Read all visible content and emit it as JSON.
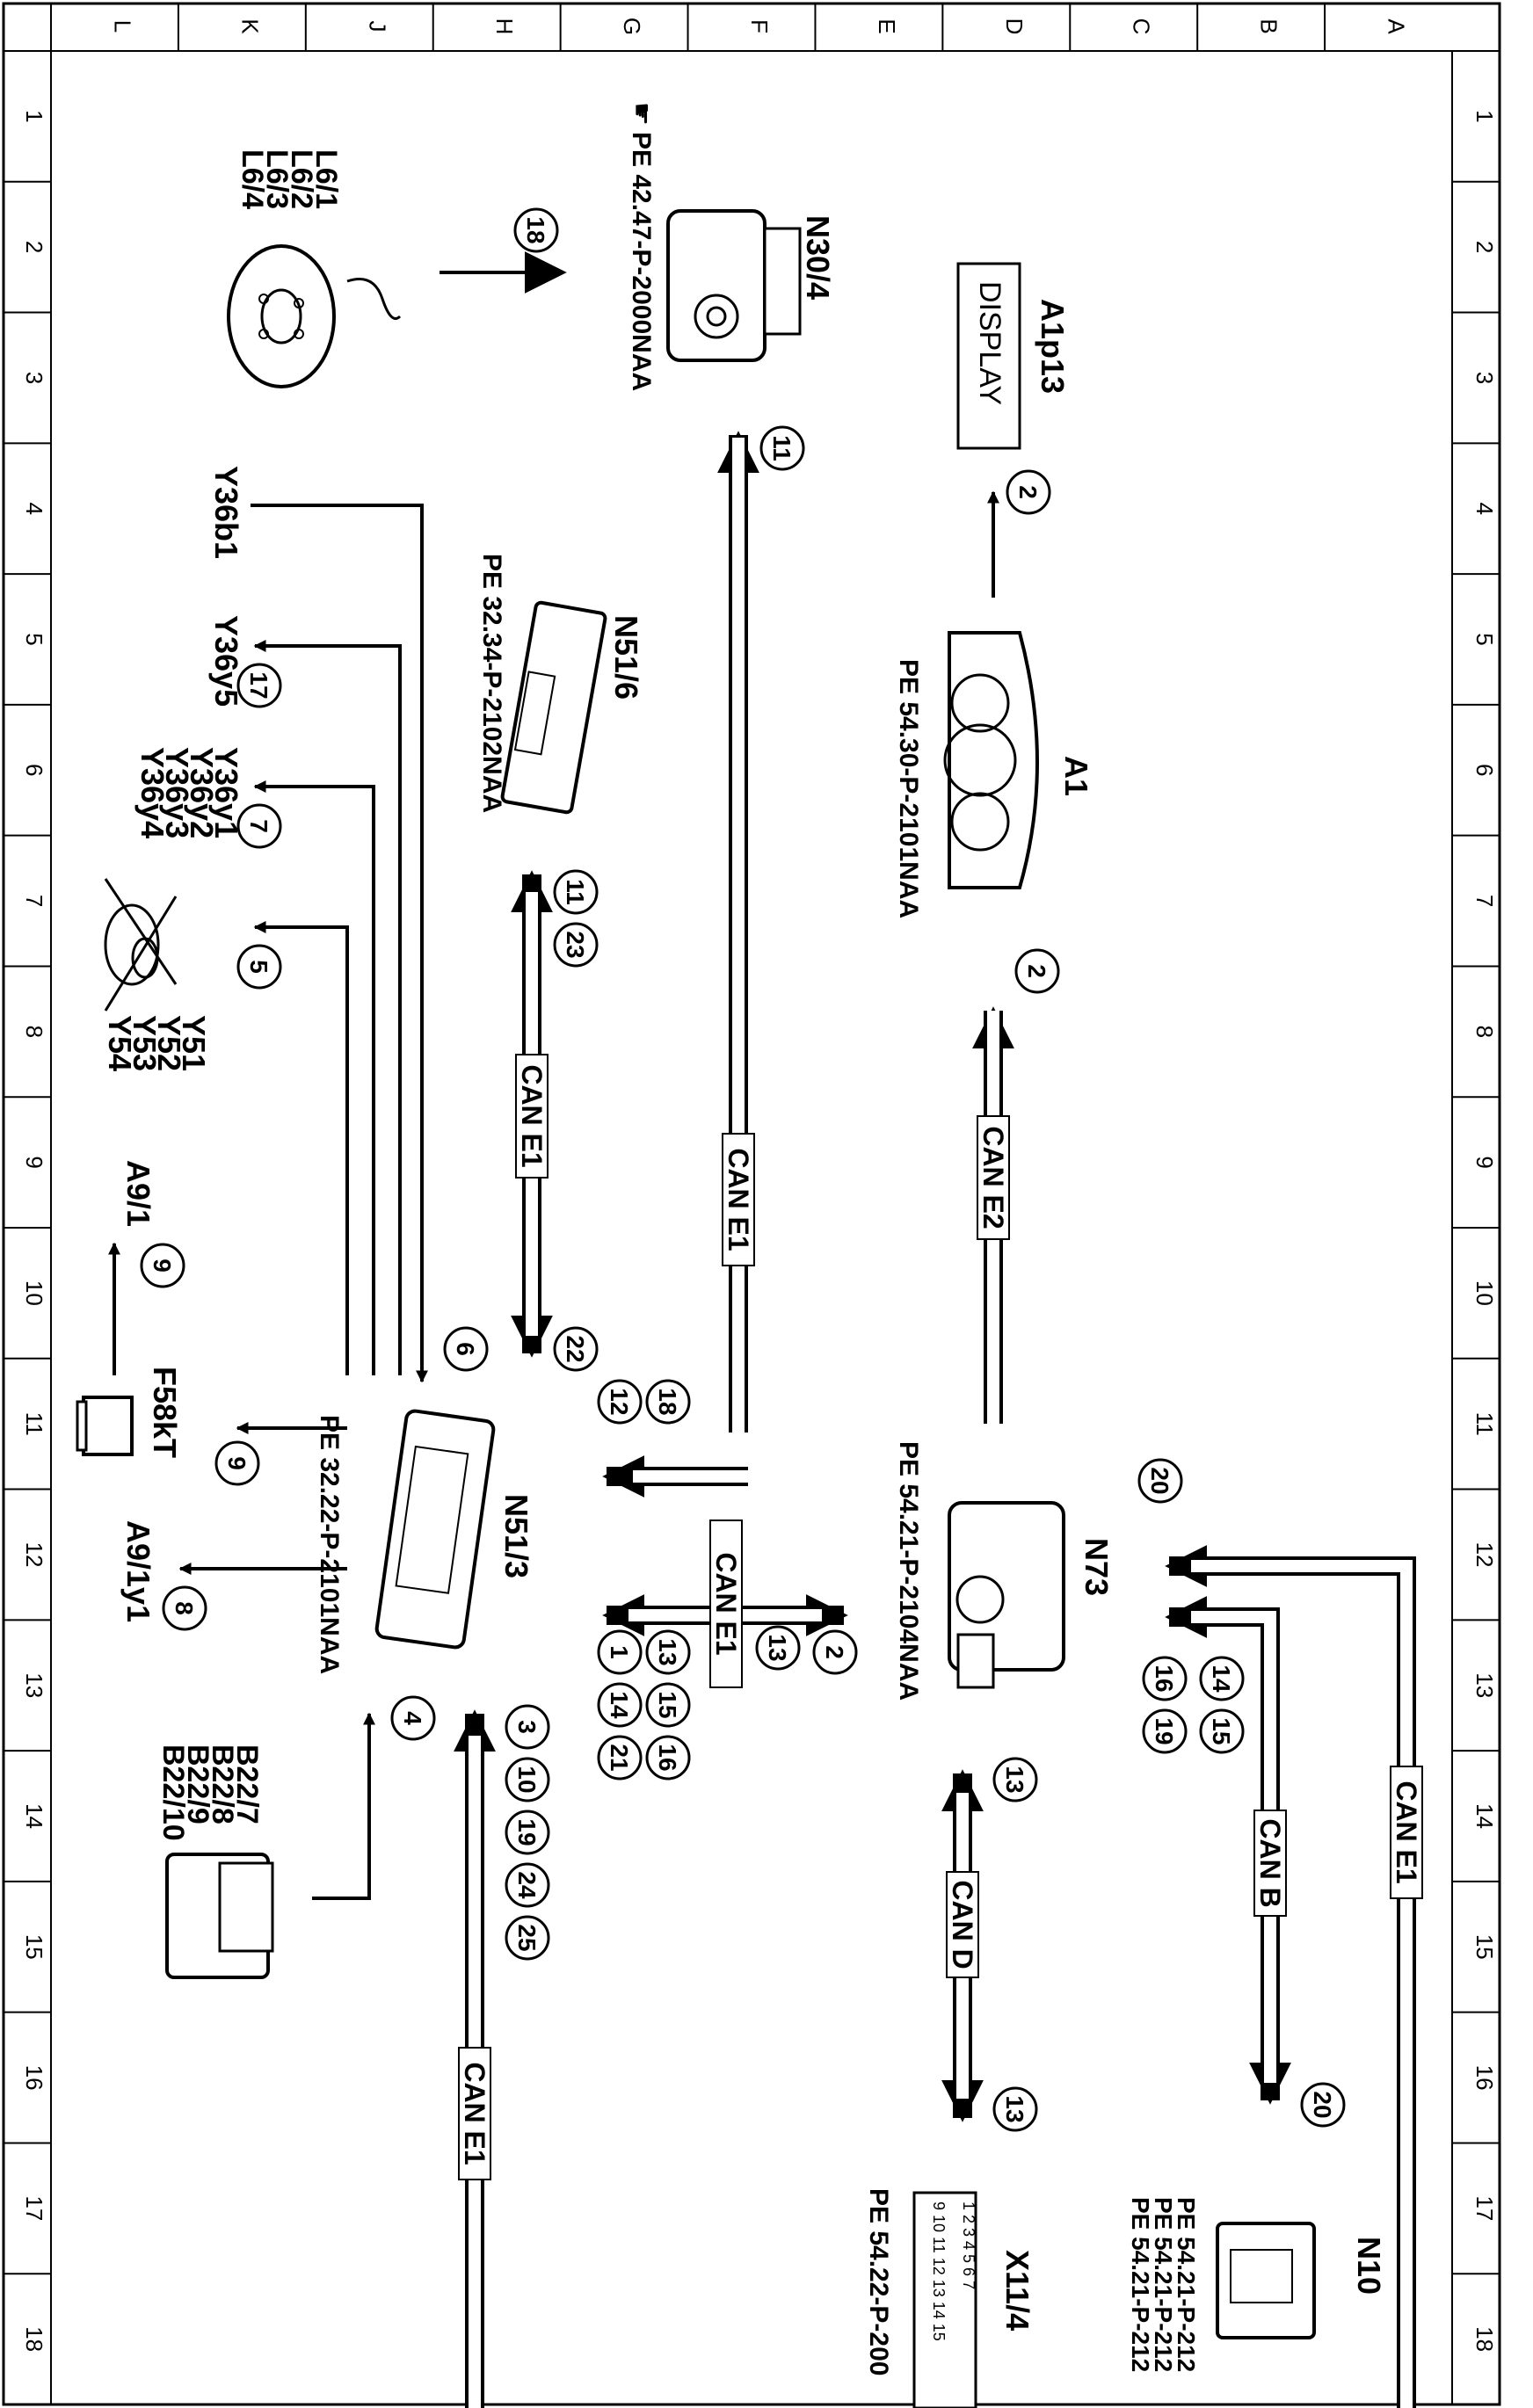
{
  "grid": {
    "columns": [
      "L",
      "K",
      "J",
      "H",
      "G",
      "F",
      "E",
      "D",
      "C",
      "B",
      "A"
    ],
    "rows": [
      "1",
      "2",
      "3",
      "4",
      "5",
      "6",
      "7",
      "8",
      "9",
      "10",
      "11",
      "12",
      "13",
      "14",
      "15",
      "16",
      "17",
      "18"
    ]
  },
  "components": {
    "l6": {
      "labels": [
        "L6/1",
        "L6/2",
        "L6/3",
        "L6/4"
      ]
    },
    "n30_4": {
      "label": "N30/4",
      "ref": "PE 42.47-P-2000NAA"
    },
    "a1p13": {
      "label": "A1p13",
      "screen_text": "DISPLAY"
    },
    "a1": {
      "label": "A1",
      "ref": "PE 54.30-P-2101NAA"
    },
    "n51_6": {
      "label": "N51/6",
      "ref": "PE 32.34-P-2102NAA"
    },
    "y36b1": {
      "label": "Y36b1"
    },
    "y36y5": {
      "label": "Y36y5"
    },
    "y36y1_4": {
      "labels": [
        "Y36y1",
        "Y36y2",
        "Y36y3",
        "Y36y4"
      ]
    },
    "y51_54": {
      "labels": [
        "Y51",
        "Y52",
        "Y53",
        "Y54"
      ]
    },
    "a9_1": {
      "label": "A9/1"
    },
    "f58kt": {
      "label": "F58kT"
    },
    "a9_1y1": {
      "label": "A9/1y1"
    },
    "n51_3": {
      "label": "N51/3",
      "ref": "PE 32.22-P-2101NAA"
    },
    "b22": {
      "labels": [
        "B22/7",
        "B22/8",
        "B22/9",
        "B22/10"
      ]
    },
    "n73": {
      "label": "N73",
      "ref": "PE 54.21-P-2104NAA"
    },
    "x11_4": {
      "label": "X11/4",
      "ref": "PE 54.22-P-200",
      "pins_top": "1 2 3 4 5 6 7",
      "pins_bottom": "9 10 11 12 13 14 15"
    },
    "n10": {
      "label": "N10",
      "refs": [
        "PE 54.21-P-212",
        "PE 54.21-P-212",
        "PE 54.21-P-212"
      ]
    }
  },
  "buses": {
    "can_e2": "CAN E2",
    "can_e1_main": "CAN E1",
    "can_e1_n51_6": "CAN E1",
    "can_e1_n73": "CAN E1",
    "can_e1_right": "CAN E1",
    "can_e1_bottom": "CAN E1",
    "can_b": "CAN B",
    "can_d": "CAN D"
  },
  "callouts": {
    "c18_top": "18",
    "c2_a1p13": "2",
    "c11_n30": "11",
    "c2_a1": "2",
    "c11_n51_6": "11",
    "c23": "23",
    "c22": "22",
    "c6": "6",
    "c17": "17",
    "c7": "7",
    "c5": "5",
    "c9_a9": "9",
    "c9_f58": "9",
    "c8": "8",
    "c4": "4",
    "c18_n51": "18",
    "c12": "12",
    "c13_n73": "13",
    "c2_n73": "2",
    "c13_can": "13",
    "c15": "15",
    "c16": "16",
    "c1": "1",
    "c14_mid": "14",
    "c21": "21",
    "c3": "3",
    "c10": "10",
    "c19_bus": "19",
    "c24": "24",
    "c25": "25",
    "c20_top": "20",
    "c14_n73": "14",
    "c15_n73": "15",
    "c16_n73": "16",
    "c19_n73": "19",
    "c13_cand_top": "13",
    "c13_cand_bottom": "13",
    "c20_bottom": "20"
  }
}
